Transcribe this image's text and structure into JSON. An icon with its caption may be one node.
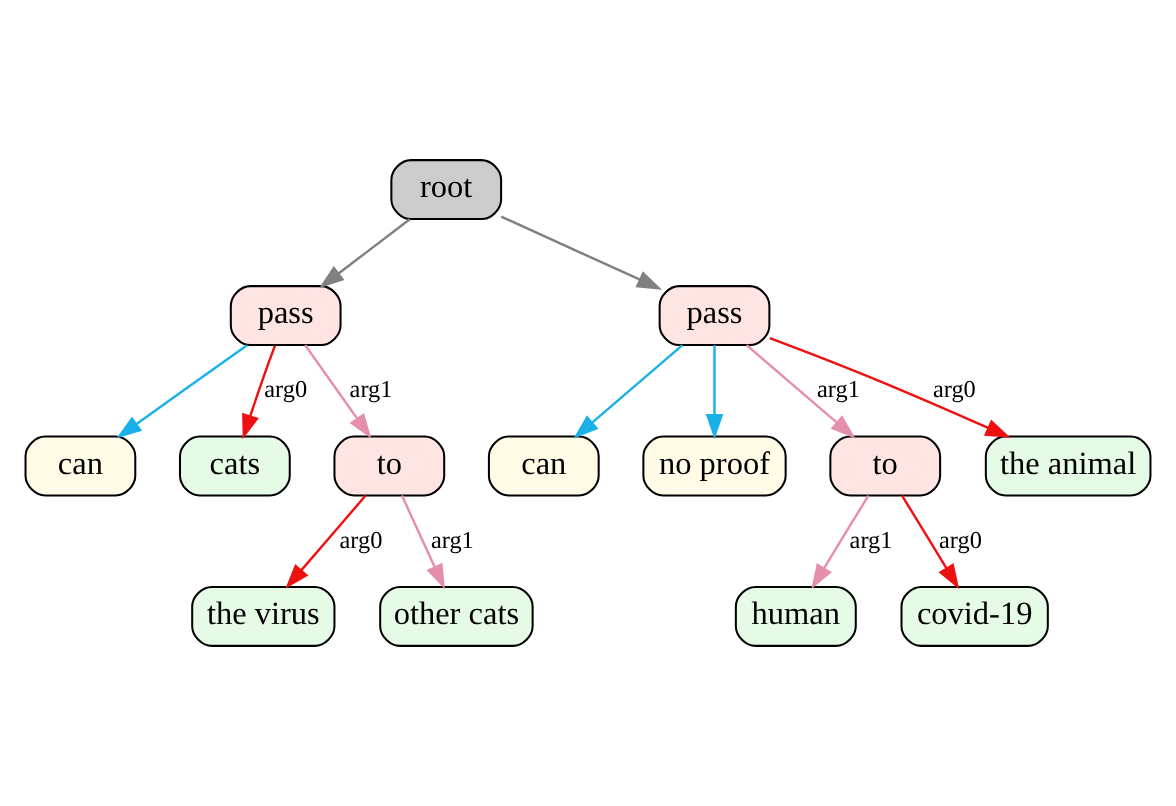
{
  "diagram": {
    "nodes": [
      {
        "text": [
          "root"
        ]
      },
      {
        "text": [
          "pass"
        ]
      },
      {
        "text": [
          "pass"
        ]
      },
      {
        "text": [
          "can"
        ]
      },
      {
        "text": [
          "cats"
        ]
      },
      {
        "text": [
          "to"
        ]
      },
      {
        "text": [
          "the virus"
        ]
      },
      {
        "text": [
          "other cats"
        ]
      },
      {
        "text": [
          "can"
        ]
      },
      {
        "text": [
          "no proof"
        ]
      },
      {
        "text": [
          "to"
        ]
      },
      {
        "text": [
          "the animal"
        ]
      },
      {
        "text": [
          "human"
        ]
      },
      {
        "text": [
          "covid-19"
        ]
      }
    ],
    "edges": [
      {
        "from": 0,
        "to": 1,
        "arrow": "to",
        "color": "#808080"
      },
      {
        "from": 0,
        "to": 2,
        "arrow": "to",
        "color": "#808080"
      },
      {
        "from": 1,
        "to": 3,
        "arrow": "to",
        "color": "#1ab0e8"
      },
      {
        "from": 1,
        "to": 4,
        "arrow": "to",
        "label": "arg0",
        "color": "#ee1111"
      },
      {
        "from": 1,
        "to": 5,
        "arrow": "to",
        "label": "arg1",
        "color": "#e68fac"
      },
      {
        "from": 5,
        "to": 6,
        "arrow": "to",
        "label": "arg0",
        "color": "#ee1111"
      },
      {
        "from": 5,
        "to": 7,
        "arrow": "to",
        "label": "arg1",
        "color": "#e68fac"
      },
      {
        "from": 2,
        "to": 8,
        "arrow": "to",
        "color": "#1ab0e8"
      },
      {
        "from": 2,
        "to": 9,
        "arrow": "to",
        "color": "#1ab0e8"
      },
      {
        "from": 2,
        "to": 10,
        "arrow": "to",
        "label": "arg1",
        "color": "#e68fac"
      },
      {
        "from": 2,
        "to": 11,
        "arrow": "to",
        "label": "arg0",
        "color": "#ee1111"
      },
      {
        "from": 10,
        "to": 12,
        "arrow": "to",
        "label": "arg1",
        "color": "#e68fac"
      },
      {
        "from": 10,
        "to": 13,
        "arrow": "to",
        "label": "arg0",
        "color": "#ee1111"
      }
    ]
  }
}
